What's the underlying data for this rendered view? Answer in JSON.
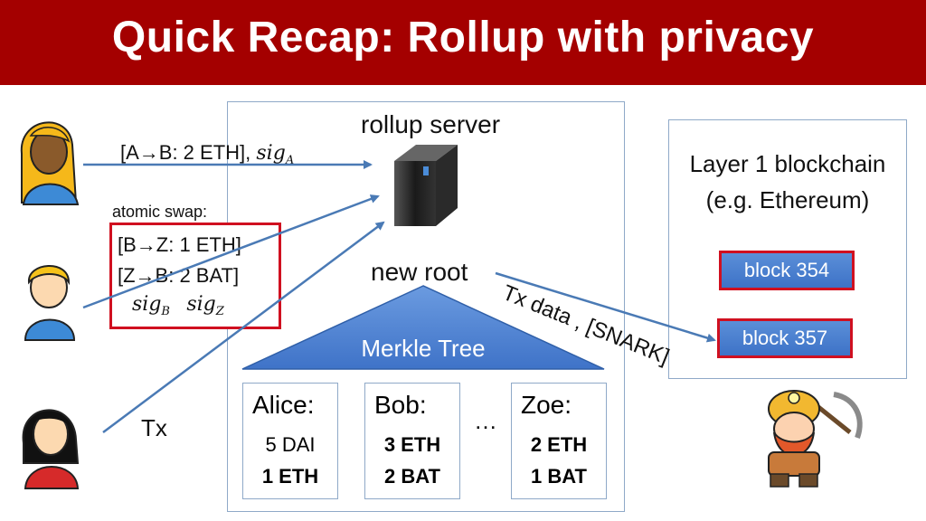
{
  "title": "Quick Recap:   Rollup with privacy",
  "rollup_server": {
    "label": "rollup server",
    "new_root": "new root",
    "merkle_tree": "Merkle Tree",
    "accounts": [
      {
        "name": "Alice:",
        "line1": "5 DAI",
        "line2": "1 ETH"
      },
      {
        "name": "Bob:",
        "line1": "3 ETH",
        "line2": "2 BAT"
      },
      {
        "name": "Zoe:",
        "line1": "2 ETH",
        "line2": "1 BAT"
      }
    ],
    "ellipsis": "…"
  },
  "tx_alice": {
    "text": "[A→B:  2 ETH],",
    "sig": "sig",
    "sig_sub": "A"
  },
  "atomic_swap": {
    "label": "atomic swap:",
    "line1": "[B→Z:  1 ETH]",
    "line2": "[Z→B:  2 BAT]",
    "sig1": "sig",
    "sig1_sub": "B",
    "sig2": "sig",
    "sig2_sub": "Z"
  },
  "tx_label": "Tx",
  "tx_data_label": "Tx data , [SNARK]",
  "layer1": {
    "title_line1": "Layer 1 blockchain",
    "title_line2": "(e.g. Ethereum)",
    "blocks": [
      "block  354",
      "block  357"
    ]
  },
  "colors": {
    "header": "#a40000",
    "arrow": "#4a7ab5",
    "tree": "#4a80d0",
    "block_border": "#d01020"
  },
  "icons": [
    "user-blonde-woman-icon",
    "user-blond-man-icon",
    "user-dark-hair-woman-icon",
    "server-icon",
    "miner-icon"
  ]
}
